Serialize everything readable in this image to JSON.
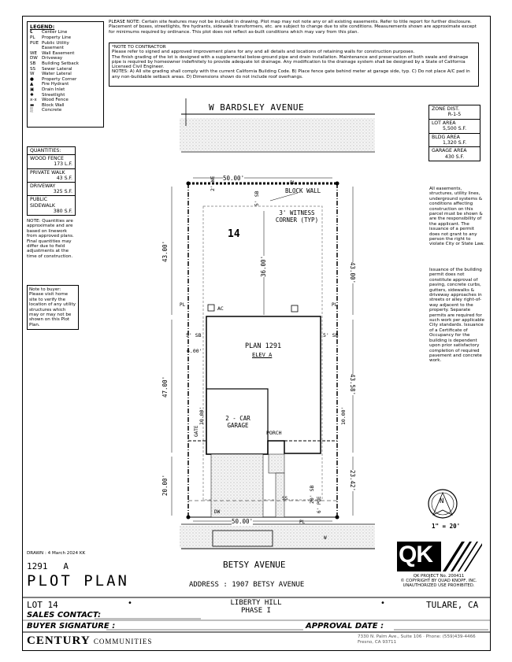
{
  "legend": {
    "title": "LEGEND:",
    "items": [
      {
        "key": "℄",
        "label": "Center Line"
      },
      {
        "key": "PL",
        "label": "Property Line"
      },
      {
        "key": "PUE",
        "label": "Public Utility"
      },
      {
        "key": "",
        "label": "Easement"
      },
      {
        "key": "WE",
        "label": "Wall Easement"
      },
      {
        "key": "DW",
        "label": "Driveway"
      },
      {
        "key": "SB",
        "label": "Building Setback"
      },
      {
        "key": "SS",
        "label": "Sewer Lateral"
      },
      {
        "key": "W",
        "label": "Water Lateral"
      },
      {
        "key": "●",
        "label": "Property Corner"
      },
      {
        "key": "▲",
        "label": "Fire Hydrant"
      },
      {
        "key": "▣",
        "label": "Drain Inlet"
      },
      {
        "key": "✱",
        "label": "Streetlight"
      },
      {
        "key": "x-x",
        "label": "Wood Fence"
      },
      {
        "key": "▬",
        "label": "Block Wall"
      },
      {
        "key": "░",
        "label": "Concrete"
      }
    ]
  },
  "please_note": "PLEASE NOTE: Certain site features may not be included in drawing. Plot map may not note any or all existing easements. Refer to title report for further disclosure. Placement of boxes, streetlights, fire hydrants, sidewalk transformers, etc. are subject to change due to site conditions. Measurements shown are approximate except for minimums required by ordinance. This plot does not reflect as-built conditions which may vary from this plan.",
  "contractor_note": {
    "title": "*NOTE TO CONTRACTOR",
    "p1": "Please refer to signed and approved improvement plans for any and all details and locations of retaining walls for construction purposes.",
    "p2": "The finish grading of the lot is designed with a supplemental below-ground pipe and drain installation. Maintenance and preservation of both swale and drainage pipe is required by homeowner indefinitely to provide adequate lot drainage. Any modification to the drainage system shall be designed by a State of California Licensed Civil Engineer.",
    "p3": "NOTES: A) All site grading shall comply with the current California Building Code. B) Place fence gate behind meter at garage side, typ. C) Do not place A/C pad in any non-buildable setback areas. D) Dimensions shown do not include roof overhangs."
  },
  "quantities": {
    "title": "QUANTITIES:",
    "items": [
      {
        "label": "WOOD FENCE",
        "value": "173 L.F."
      },
      {
        "label": "PRIVATE WALK",
        "value": "43 S.F."
      },
      {
        "label": "DRIVEWAY",
        "value": "325 S.F."
      },
      {
        "label": "PUBLIC SIDEWALK",
        "value": "380 S.F."
      }
    ],
    "note": "NOTE: Quantities are approximate and are based on linework from approved plans. Final quantities may differ due to field adjustments at the time of construction."
  },
  "buyer_note": "Note to buyer: Please visit home site to verify the location of any utility structures which may or may not be shown on this Plot Plan.",
  "zone": [
    {
      "label": "ZONE DIST.",
      "value": "R-1-5"
    },
    {
      "label": "LOT AREA",
      "value": "5,500 S.F."
    },
    {
      "label": "BLDG AREA",
      "value": "1,320 S.F."
    },
    {
      "label": "GARAGE AREA",
      "value": "430 S.F."
    }
  ],
  "easement_note": "All easements, structures, utility lines, underground systems & conditions affecting construction on this parcel must be shown & are the responsibility of the applicant. The issuance of a permit does not grant to any person the right to violate City or State Law.",
  "permit_note": "Issuance of the building permit does not constitute approval of paving, concrete curbs, gutters, sidewalks & driveway approaches in streets or alley right-of-way adjacent to the property. Separate permits are required for such work per applicable City standards. Issuance of a Certificate of Occupancy for the building is dependent upon prior satisfactory completion of required pavement and concrete work.",
  "plan": {
    "north_street": "W BARDSLEY AVENUE",
    "south_street": "BETSY AVENUE",
    "lot_number": "14",
    "plan_name": "PLAN 1291",
    "elevation": "ELEV A",
    "garage": "2 - CAR",
    "garage2": "GARAGE",
    "porch": "PORCH",
    "gate": "GATE",
    "ac": "AC",
    "block_wall": "BLOCK WALL",
    "witness": "3' WITNESS",
    "witness2": "CORNER (TYP)",
    "we": "2' WE",
    "dims": {
      "top_width": "50.00'",
      "bottom_width": "50.00'",
      "left_upper": "43.00'",
      "right_upper": "43.00'",
      "left_mid": "47.00'",
      "right_mid": "43.58'",
      "left_low": "20.00'",
      "right_low": "23.42'",
      "rear_setback": "36.00'",
      "rear_sb": "5' SB",
      "side_sb_left": "5' SB",
      "side_sb_right": "5' SB",
      "six": "6.00'",
      "garage_depth": "10.00'",
      "right_ten": "10.00'",
      "front_sb": "20' SB",
      "pue": "6' PUE"
    },
    "pl": "PL",
    "ss": "SS",
    "dw": "DW",
    "w": "W"
  },
  "north_arrow": {
    "letter": "N",
    "scale": "1\" = 20'"
  },
  "company": {
    "logo": "QK",
    "project": "QK PROJECT No. 200411",
    "copyright": "© COPYRIGHT BY QUAD KNOPF, INC.",
    "unauth": "UNAUTHORIZED USE PROHIBITED."
  },
  "title_block": {
    "drawn": "DRAWN : 4 March 2024  KK",
    "plan_code": "1291",
    "elev_code": "A",
    "title": "PLOT PLAN",
    "address_label": "ADDRESS :",
    "address": "1907 BETSY AVENUE",
    "lot": "LOT 14",
    "project": "LIBERTY HILL",
    "phase": "PHASE I",
    "city": "TULARE, CA",
    "sales": "SALES CONTACT:",
    "buyer": "BUYER SIGNATURE :",
    "approval": "APPROVAL DATE :",
    "builder": "CENTURY",
    "builder2": "COMMUNITIES",
    "office": "7330 N. Palm Ave., Suite 106 · Phone: (559)439-4466",
    "office2": "Fresno, CA  93711"
  }
}
